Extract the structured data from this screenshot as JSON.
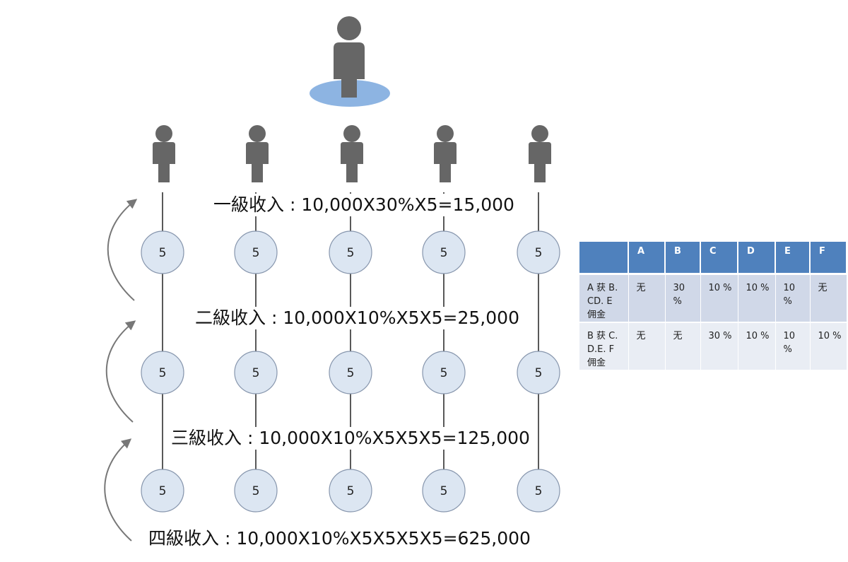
{
  "income_levels": [
    {
      "label": "一級收入 : 10,000X30%X5=15,000"
    },
    {
      "label": "二級收入 : 10,000X10%X5X5=25,000"
    },
    {
      "label": "三級收入 : 10,000X10%X5X5X5=125,000"
    },
    {
      "label": "四級收入 : 10,000X10%X5X5X5X5=625,000"
    }
  ],
  "node_value": "5",
  "colors": {
    "person": "#666666",
    "platform": "#8db4e2",
    "node_fill": "#dce6f2",
    "node_stroke": "#8796ad",
    "table_header": "#4f81bd",
    "table_row_odd": "#d0d8e8",
    "table_row_even": "#e9edf4"
  },
  "table": {
    "headers": [
      "",
      "A",
      "B",
      "C",
      "D",
      "E",
      "F"
    ],
    "rows": [
      [
        "A 获 B.CD. E 佣金",
        "无",
        "30 %",
        "10 %",
        "10 %",
        "10 %",
        "无"
      ],
      [
        "B 获 C.D.E. F 佣金",
        "无",
        "无",
        "30 %",
        "10 %",
        "10 %",
        "10 %"
      ]
    ]
  }
}
